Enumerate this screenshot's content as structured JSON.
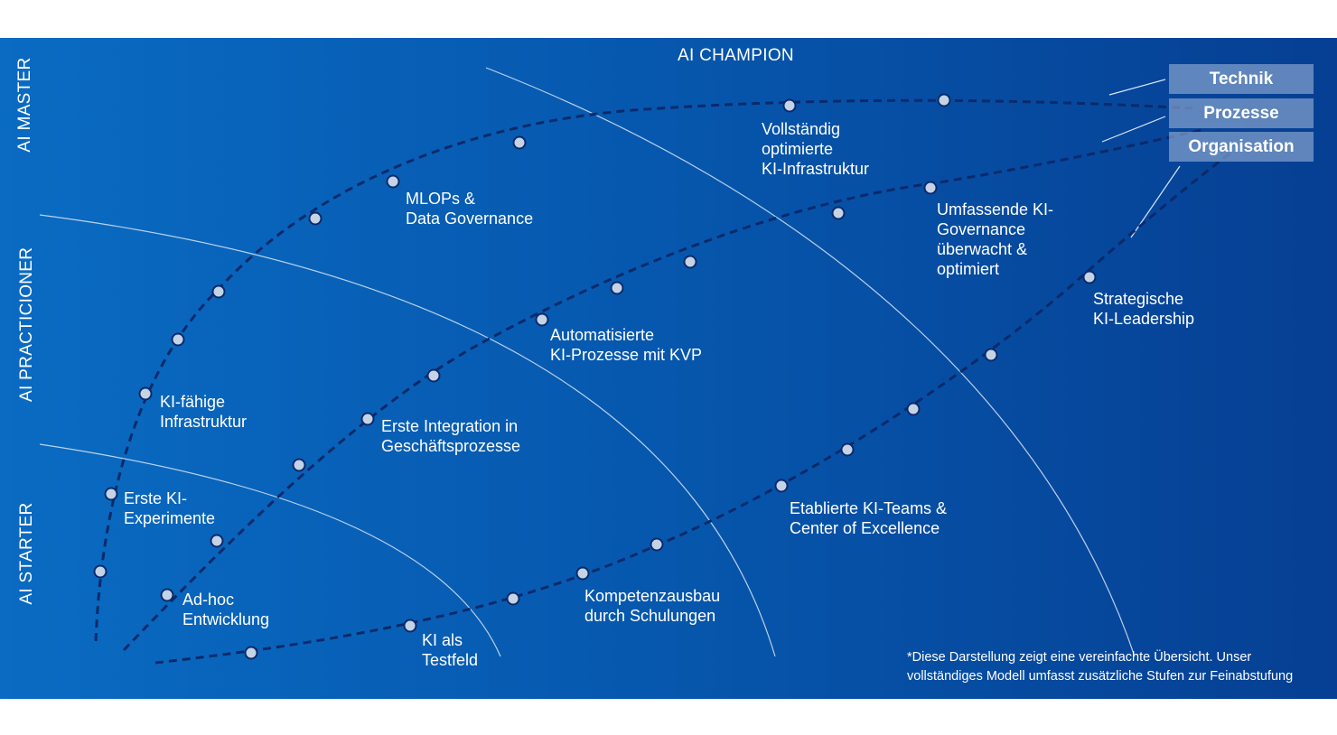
{
  "stages": {
    "champion": "AI CHAMPION",
    "master": "AI MASTER",
    "practicioner": "AI PRACTICIONER",
    "starter": "AI STARTER"
  },
  "legend": {
    "technik": "Technik",
    "prozesse": "Prozesse",
    "organisation": "Organisation"
  },
  "milestones": {
    "erste_ki_experimente": "Erste KI-\nExperimente",
    "ki_faehige_infrastruktur": "KI-fähige\nInfrastruktur",
    "mlops": "MLOPs &\nData Governance",
    "vollstaendig_optimiert": "Vollständig\noptimierte\nKI-Infrastruktur",
    "ad_hoc": "Ad-hoc\nEntwicklung",
    "erste_integration": "Erste Integration in\nGeschäftsprozesse",
    "automatisierte": "Automatisierte\nKI-Prozesse mit KVP",
    "umfassende_governance": "Umfassende KI-\nGovernance\nüberwacht &\noptimiert",
    "ki_als_testfeld": "KI als\nTestfeld",
    "kompetenzausbau": "Kompetenzausbau\ndurch Schulungen",
    "etablierte_teams": "Etablierte KI-Teams &\nCenter of Excellence",
    "strategische_leadership": "Strategische\nKI-Leadership"
  },
  "footnote": "*Diese Darstellung zeigt eine vereinfachte Übersicht. Unser vollständiges Modell umfasst zusätzliche Stufen zur Feinabstufung",
  "colors": {
    "panel_left": "#0a6bc2",
    "panel_right": "#063f93",
    "curve": "#0b2a6b",
    "dot_fill": "#c5d3e6"
  }
}
